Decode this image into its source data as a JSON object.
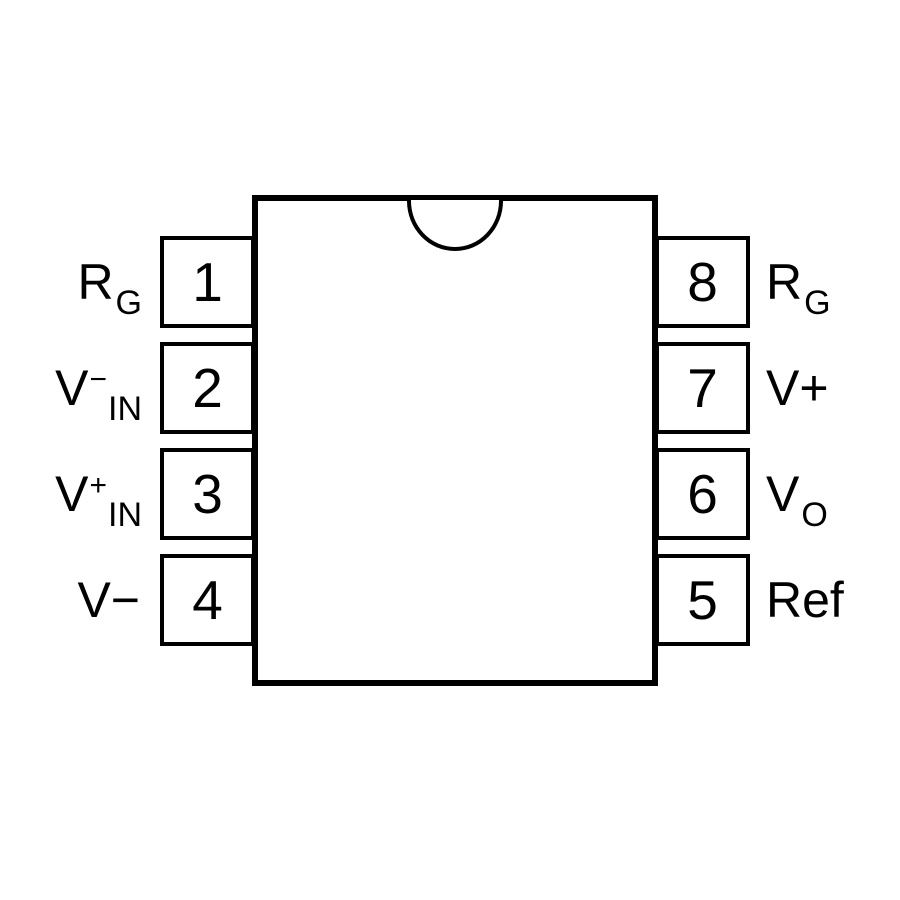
{
  "diagram": {
    "kind": "ic-pinout",
    "package_pin_count": 8,
    "colors": {
      "line": "#000000",
      "background": "#ffffff"
    },
    "left_pins": [
      {
        "number": "1",
        "label": {
          "base": "R",
          "sup": "",
          "sub": "G"
        }
      },
      {
        "number": "2",
        "label": {
          "base": "V",
          "sup": "−",
          "sub": "IN"
        }
      },
      {
        "number": "3",
        "label": {
          "base": "V",
          "sup": "+",
          "sub": "IN"
        }
      },
      {
        "number": "4",
        "label": {
          "base": "V−",
          "sup": "",
          "sub": ""
        }
      }
    ],
    "right_pins": [
      {
        "number": "8",
        "label": {
          "base": "R",
          "sup": "",
          "sub": "G"
        }
      },
      {
        "number": "7",
        "label": {
          "base": "V+",
          "sup": "",
          "sub": ""
        }
      },
      {
        "number": "6",
        "label": {
          "base": "V",
          "sup": "",
          "sub": "O"
        }
      },
      {
        "number": "5",
        "label": {
          "base": "Ref",
          "sup": "",
          "sub": ""
        }
      }
    ]
  }
}
